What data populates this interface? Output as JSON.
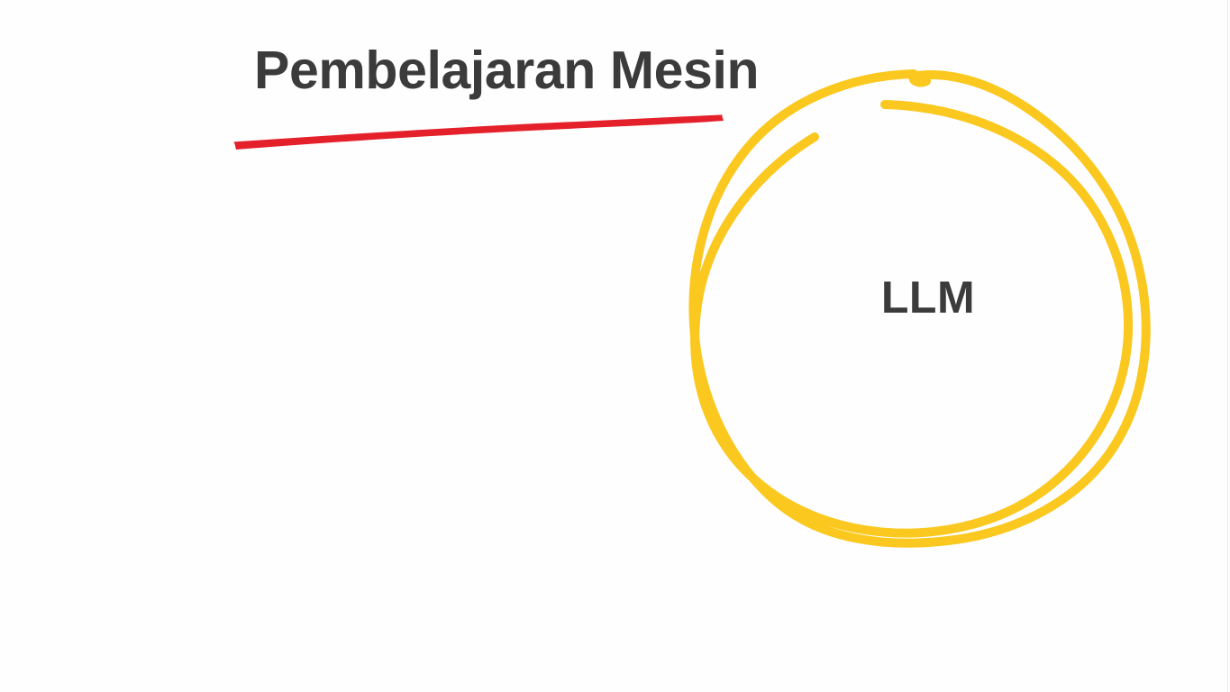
{
  "slide": {
    "background_color": "#fefefe",
    "title": "Pembelajaran Mesin",
    "title_color": "#3b3b3b",
    "underline": {
      "name": "red-underline-stroke",
      "color": "#e4202a",
      "style": "hand-drawn tapered swoosh"
    },
    "annotation": {
      "label": "LLM",
      "label_color": "#3b3b3b",
      "circle": {
        "name": "hand-drawn-double-loop-circle",
        "color": "#fac81e",
        "stroke_width": 10,
        "loops": 2
      }
    }
  }
}
